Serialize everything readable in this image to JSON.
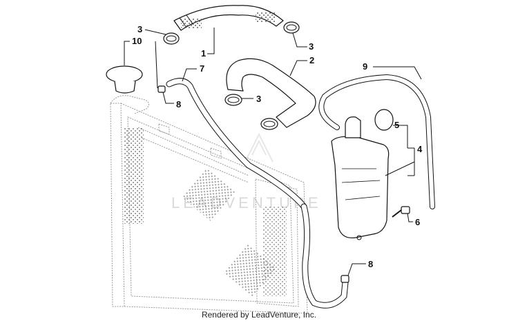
{
  "diagram": {
    "callouts": [
      "3",
      "10",
      "1",
      "3",
      "7",
      "2",
      "9",
      "8",
      "3",
      "5",
      "4",
      "6",
      "8"
    ],
    "watermark": "LEADVENTURE",
    "footer": "Rendered by LeadVenture, Inc."
  },
  "colors": {
    "line": "#111111",
    "ghost": "#9a9a9a",
    "watermark": "#d9d9d9",
    "background": "#ffffff"
  }
}
